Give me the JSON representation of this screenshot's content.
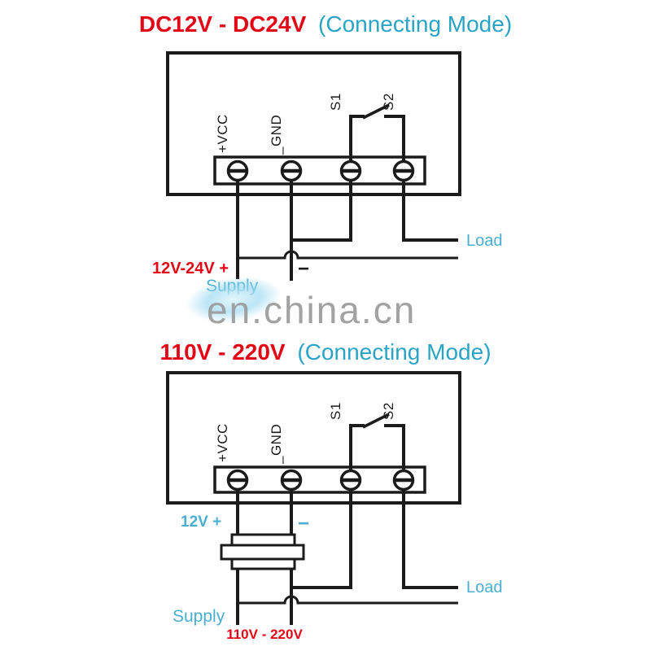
{
  "colors": {
    "title_red": "#e30617",
    "title_teal": "#2aa4c5",
    "label_teal": "#4aaed0",
    "wire_black": "#1b1b1b",
    "watermark_gray": "#9b9b9b"
  },
  "watermark": {
    "text": "en.china.cn"
  },
  "dc_section": {
    "title_voltage": "DC12V - DC24V",
    "title_mode": "(Connecting Mode)",
    "terminals": {
      "vcc": "+VCC",
      "gnd": "_GND",
      "s1": "S1",
      "s2": "S2"
    },
    "labels": {
      "load": "Load",
      "supply_voltage_plus": "12V-24V +",
      "minus": "−",
      "supply": "Supply"
    }
  },
  "ac_section": {
    "title_voltage": "110V - 220V",
    "title_mode": "(Connecting Mode)",
    "terminals": {
      "vcc": "+VCC",
      "gnd": "_GND",
      "s1": "S1",
      "s2": "S2"
    },
    "labels": {
      "adapter_output_plus": "12V +",
      "minus": "−",
      "load": "Load",
      "supply": "Supply",
      "supply_voltage": "110V - 220V"
    }
  }
}
